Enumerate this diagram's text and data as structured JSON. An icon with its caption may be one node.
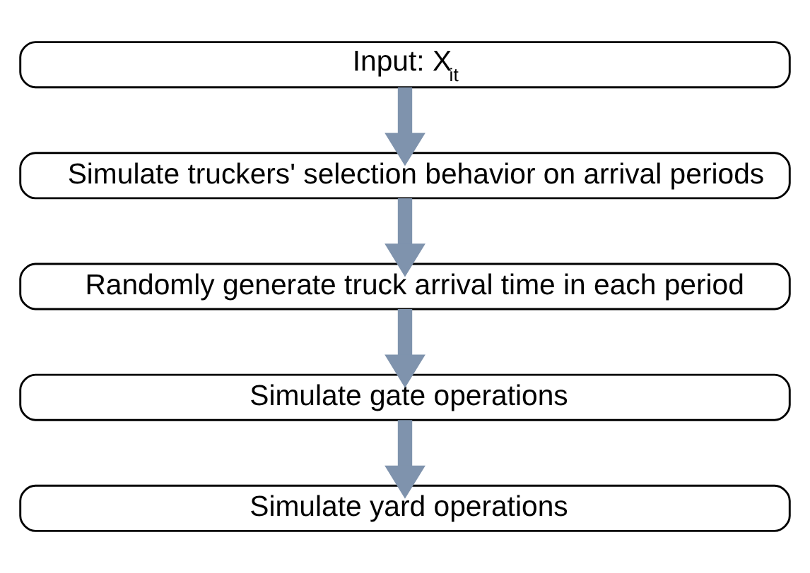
{
  "diagram": {
    "nodes": [
      {
        "text": [
          "Input: X$_{it}$"
        ]
      },
      {
        "text": [
          "Simulate truckers' selection behavior on arrival periods"
        ]
      },
      {
        "text": [
          "Randomly generate truck arrival time in each period"
        ]
      },
      {
        "text": [
          "Simulate gate operations"
        ]
      },
      {
        "text": [
          "Simulate yard operations"
        ]
      }
    ],
    "edges": [
      {
        "from": 0,
        "to": 1,
        "arrow": "to"
      },
      {
        "from": 1,
        "to": 2,
        "arrow": "to"
      },
      {
        "from": 2,
        "to": 3,
        "arrow": "to"
      },
      {
        "from": 3,
        "to": 4,
        "arrow": "to"
      }
    ]
  }
}
